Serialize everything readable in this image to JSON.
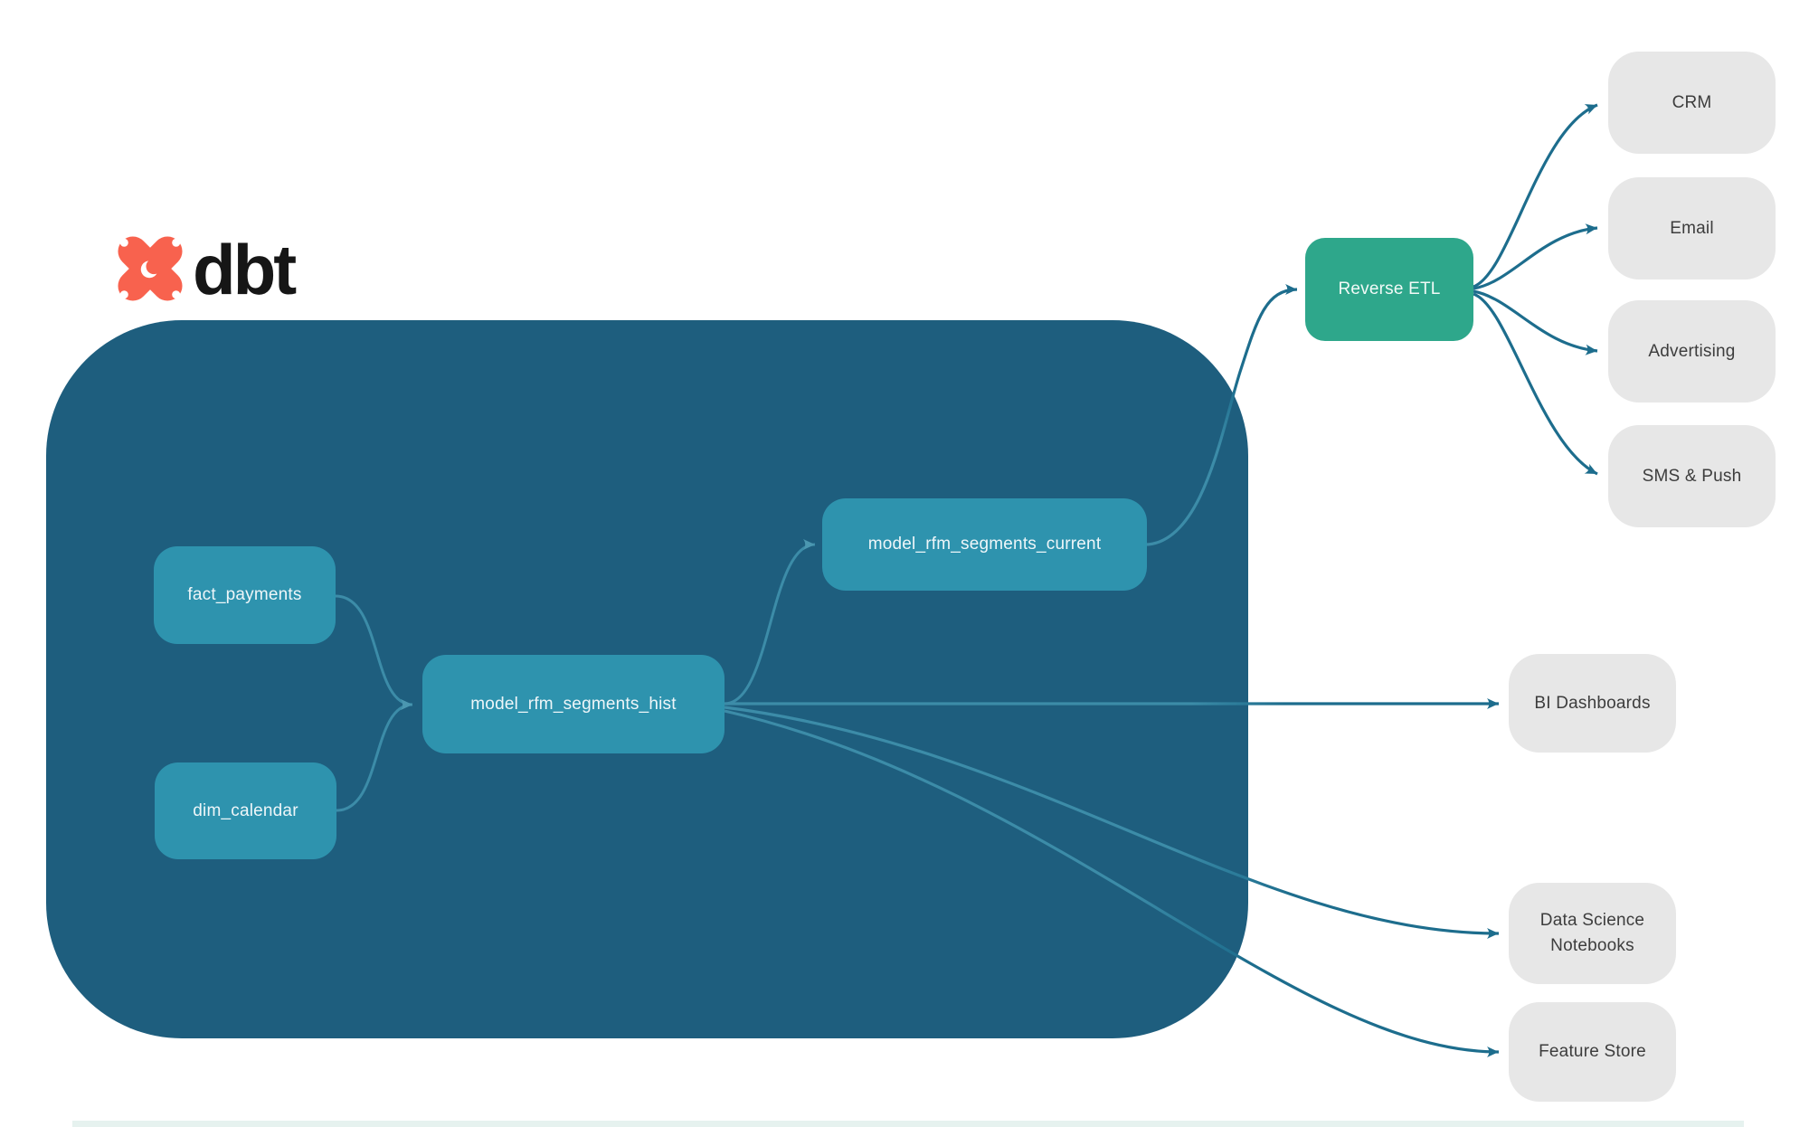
{
  "logo": {
    "text": "dbt"
  },
  "colors": {
    "warehouse_bg": "#1e5e7e",
    "model_node": "#2e93ae",
    "reverse_etl_node": "#2ea78b",
    "destination_node": "#e7e7e7",
    "edge_outside": "#1d6d8d",
    "edge_inside": "#3c8ca8",
    "logo_orange": "#f8624e"
  },
  "nodes": {
    "fact_payments": {
      "label": "fact_payments"
    },
    "dim_calendar": {
      "label": "dim_calendar"
    },
    "model_rfm_segments_hist": {
      "label": "model_rfm_segments_hist"
    },
    "model_rfm_segments_current": {
      "label": "model_rfm_segments_current"
    },
    "reverse_etl": {
      "label": "Reverse ETL"
    },
    "crm": {
      "label": "CRM"
    },
    "email": {
      "label": "Email"
    },
    "advertising": {
      "label": "Advertising"
    },
    "sms_push": {
      "label": "SMS & Push"
    },
    "bi_dashboards": {
      "label": "BI Dashboards"
    },
    "data_science_notebooks": {
      "label": "Data Science Notebooks"
    },
    "feature_store": {
      "label": "Feature Store"
    }
  },
  "edges": [
    {
      "from": "fact_payments",
      "to": "model_rfm_segments_hist"
    },
    {
      "from": "dim_calendar",
      "to": "model_rfm_segments_hist"
    },
    {
      "from": "model_rfm_segments_hist",
      "to": "model_rfm_segments_current"
    },
    {
      "from": "model_rfm_segments_current",
      "to": "reverse_etl"
    },
    {
      "from": "reverse_etl",
      "to": "crm"
    },
    {
      "from": "reverse_etl",
      "to": "email"
    },
    {
      "from": "reverse_etl",
      "to": "advertising"
    },
    {
      "from": "reverse_etl",
      "to": "sms_push"
    },
    {
      "from": "model_rfm_segments_hist",
      "to": "bi_dashboards"
    },
    {
      "from": "model_rfm_segments_hist",
      "to": "data_science_notebooks"
    },
    {
      "from": "model_rfm_segments_hist",
      "to": "feature_store"
    }
  ]
}
